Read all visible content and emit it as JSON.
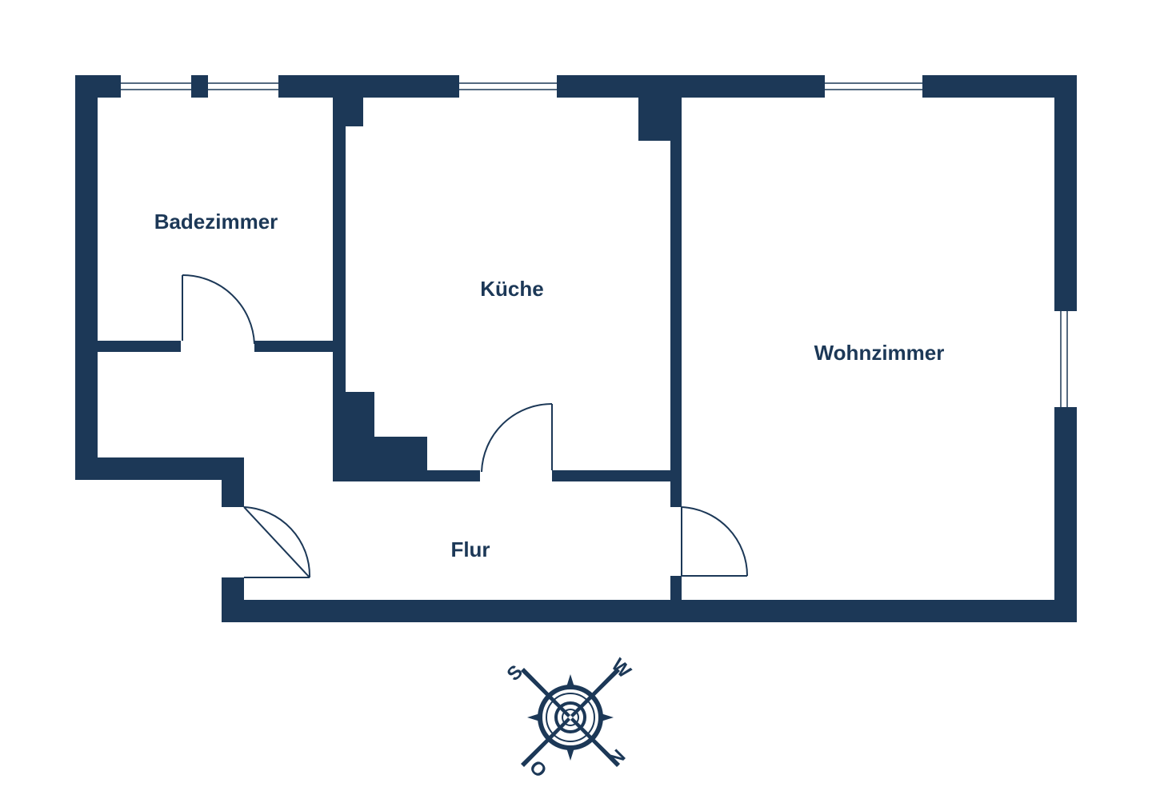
{
  "colors": {
    "wall": "#1c3857",
    "background": "#ffffff",
    "window": "#ffffff",
    "door_arc": "#1c3857",
    "text": "#1c3857"
  },
  "rooms": {
    "bathroom": "Badezimmer",
    "kitchen": "Küche",
    "living": "Wohnzimmer",
    "hallway": "Flur"
  },
  "compass": {
    "icon": "compass-rose-icon",
    "top_left": "S",
    "top_right": "W",
    "bottom_right": "N",
    "bottom_left": "O"
  }
}
